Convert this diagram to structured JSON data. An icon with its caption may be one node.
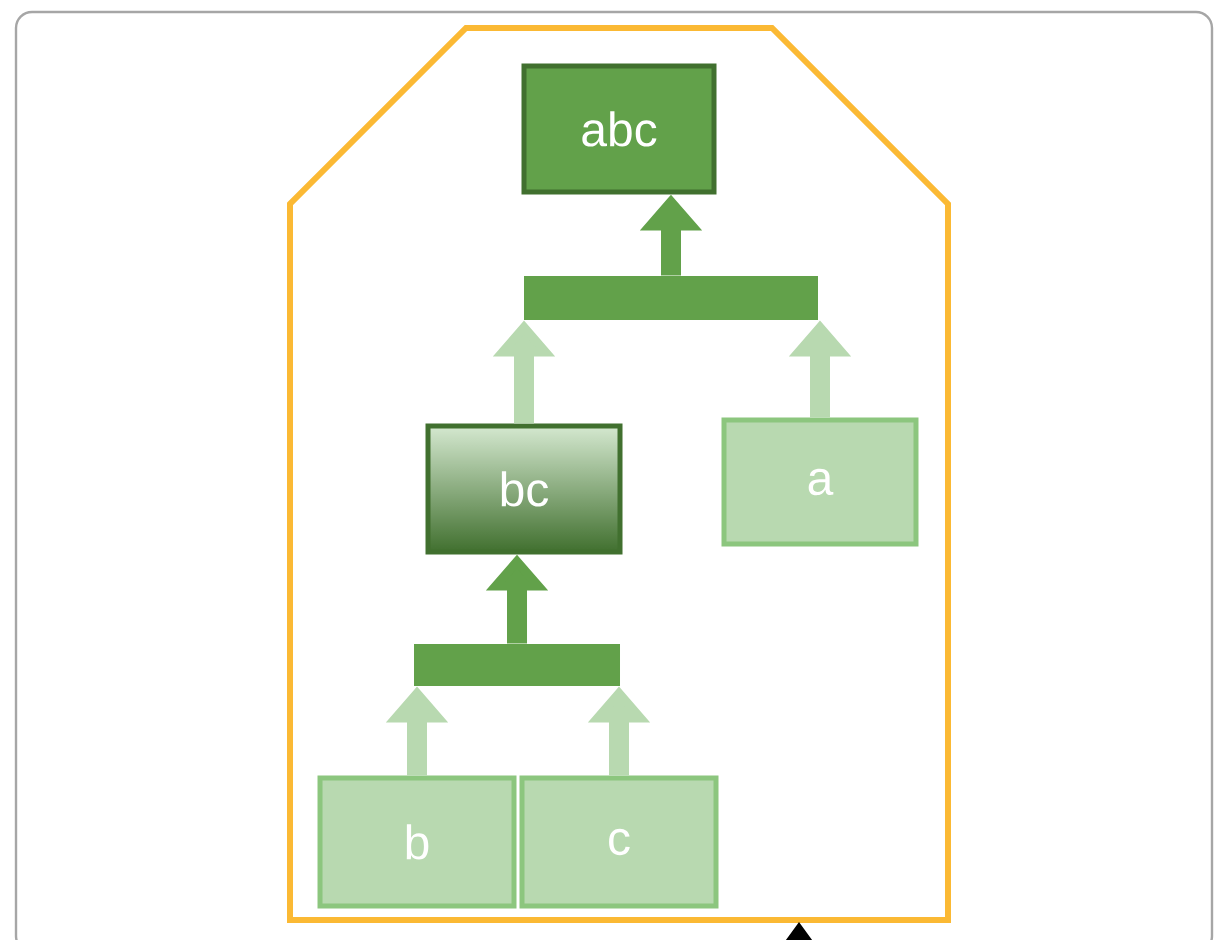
{
  "diagram": {
    "nodes": [
      {
        "text": [],
        "shape": "hexagon"
      },
      {
        "text": [
          "abc"
        ],
        "in": 0
      },
      {
        "text": [],
        "shape": "bar",
        "in": 0
      },
      {
        "text": [
          "bc"
        ],
        "in": 0
      },
      {
        "text": [
          "a"
        ],
        "in": 0
      },
      {
        "text": [],
        "shape": "bar",
        "in": 0
      },
      {
        "text": [
          "b"
        ],
        "in": 0
      },
      {
        "text": [
          "c"
        ],
        "in": 0
      }
    ],
    "edges": [
      {
        "from": 3,
        "to": 2,
        "arrow": "to"
      },
      {
        "from": 4,
        "to": 2,
        "arrow": "to"
      },
      {
        "from": 2,
        "to": 1,
        "arrow": "to",
        "color": "#62a14a"
      },
      {
        "from": 6,
        "to": 5,
        "arrow": "to"
      },
      {
        "from": 7,
        "to": 5,
        "arrow": "to"
      },
      {
        "from": 5,
        "to": 3,
        "arrow": "to",
        "color": "#62a14a"
      },
      {
        "from": null,
        "to": 0,
        "arrow": "to",
        "color": "#000000"
      }
    ]
  }
}
